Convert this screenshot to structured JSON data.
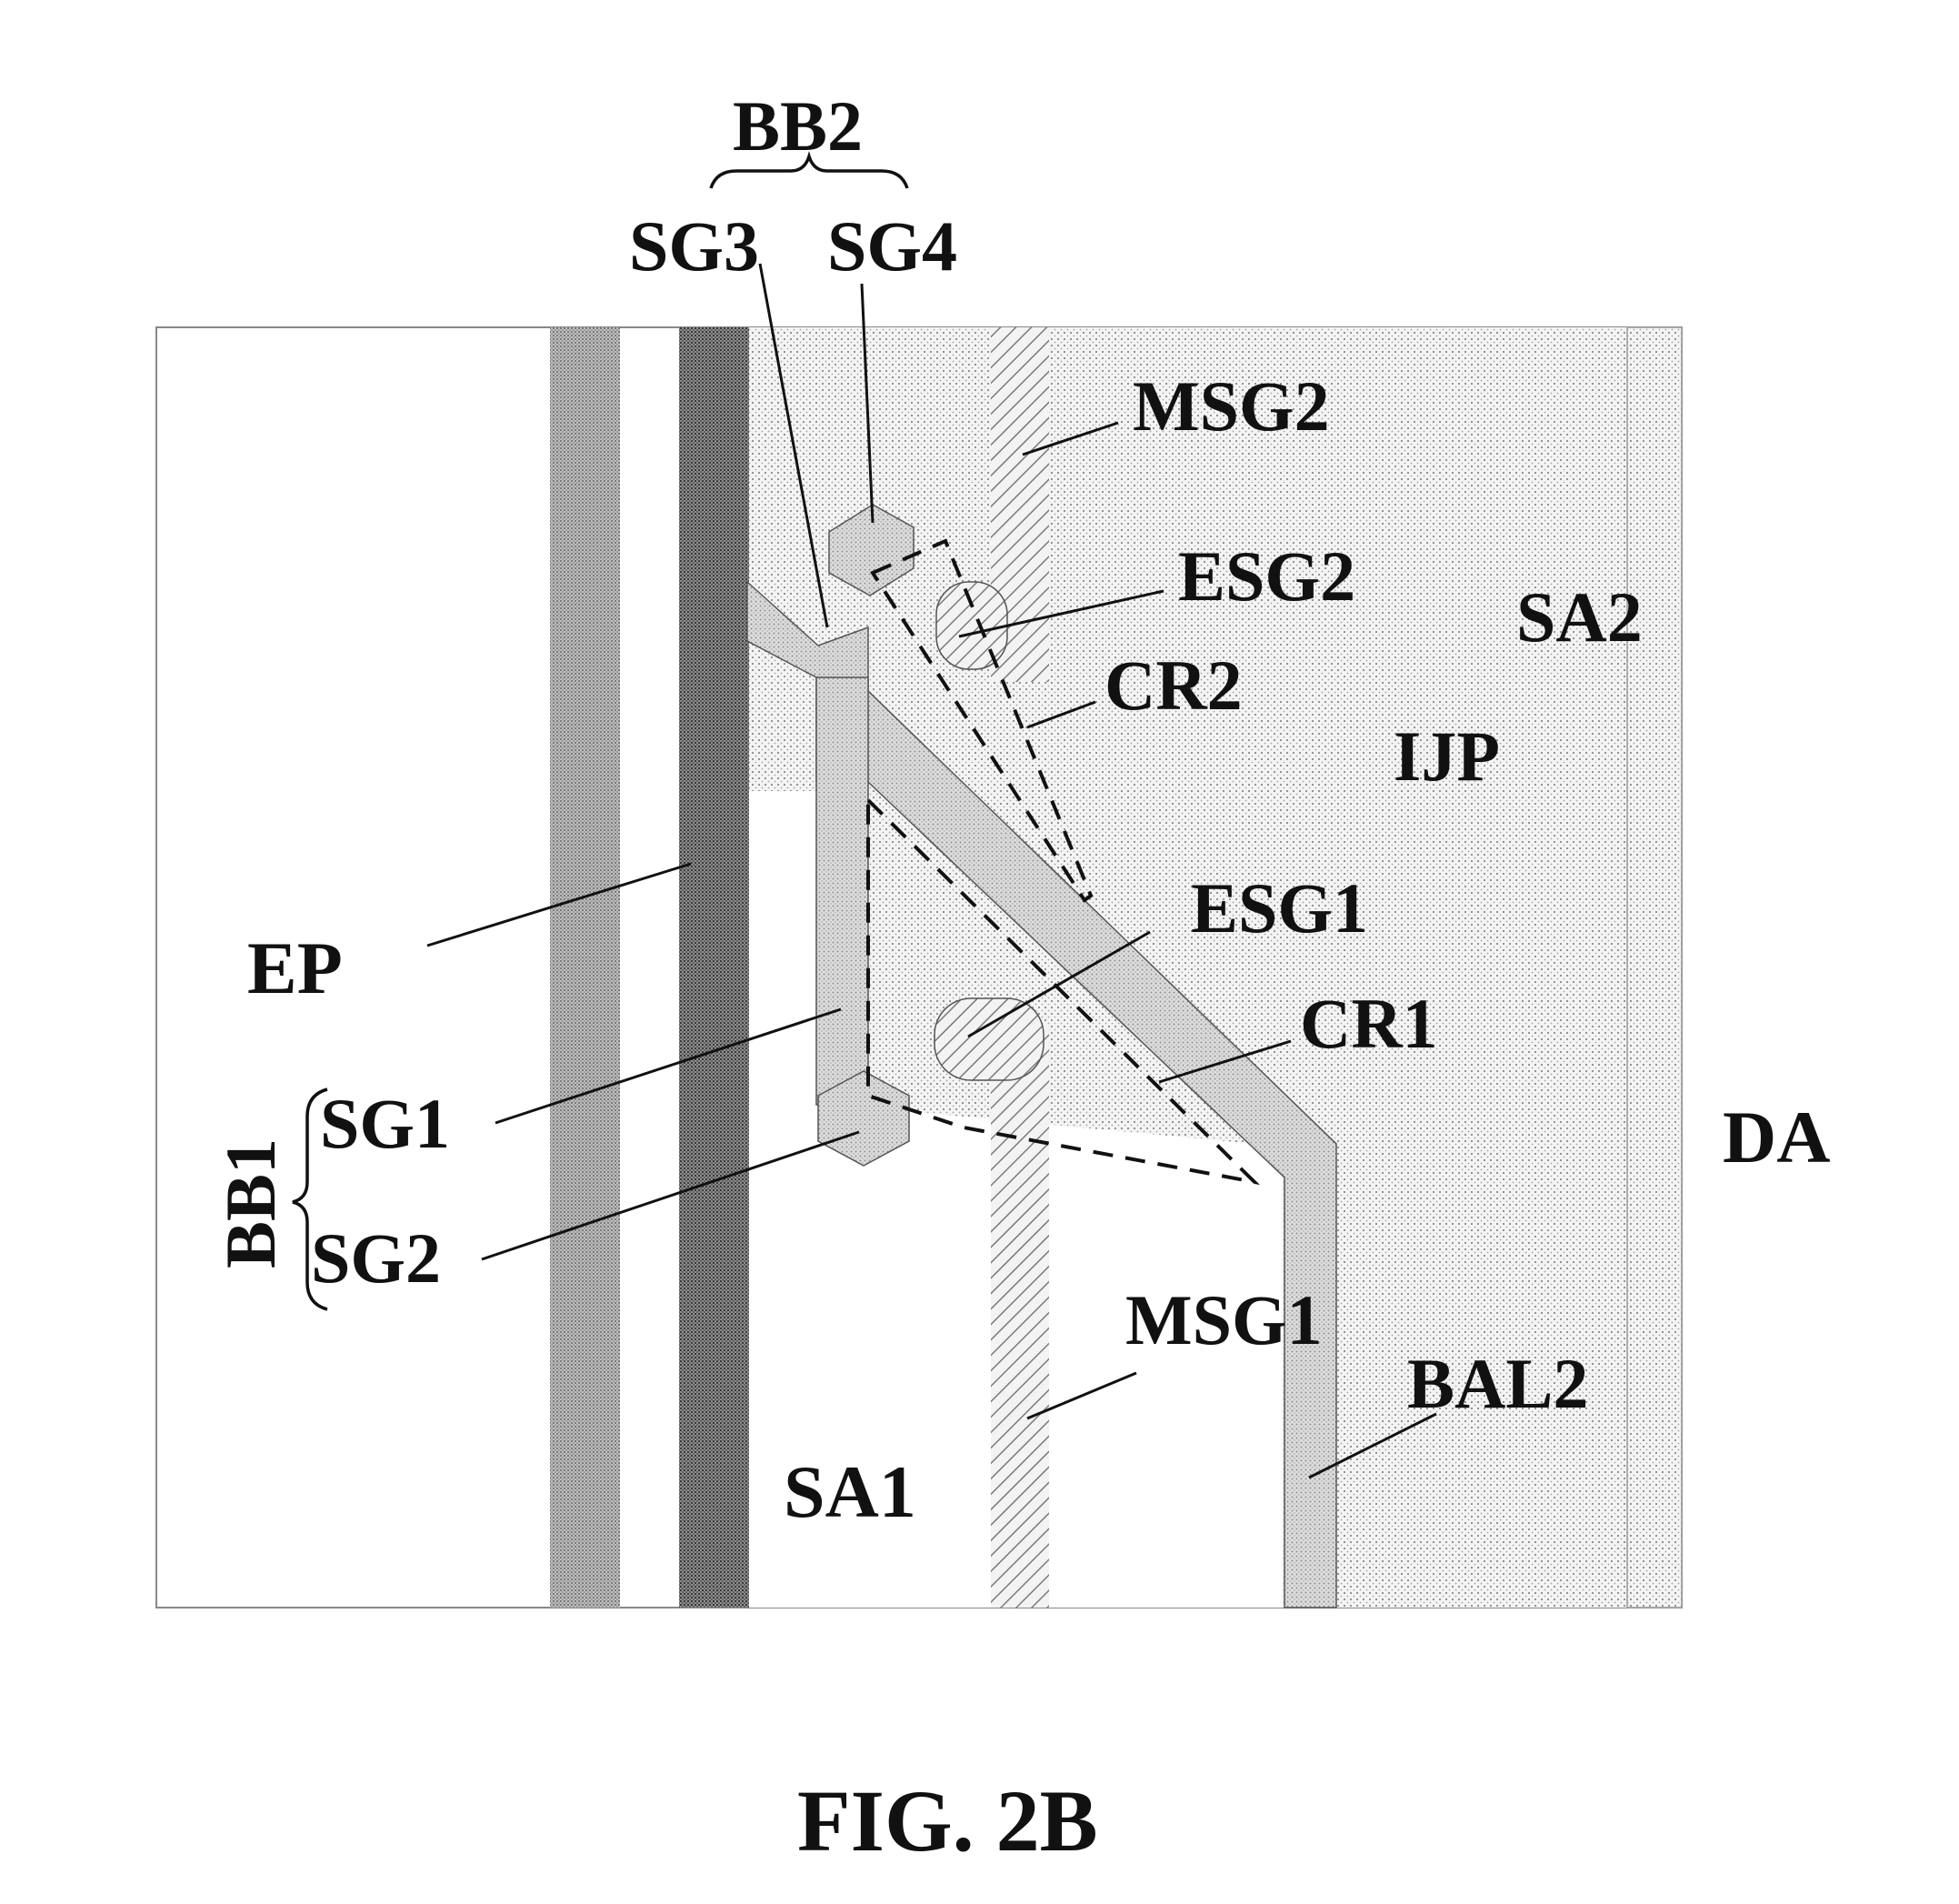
{
  "figure": {
    "caption": "FIG. 2B"
  },
  "labels": {
    "bb2": "BB2",
    "sg3": "SG3",
    "sg4": "SG4",
    "msg2": "MSG2",
    "esg2": "ESG2",
    "sa2": "SA2",
    "cr2": "CR2",
    "ijp": "IJP",
    "esg1": "ESG1",
    "ep": "EP",
    "cr1": "CR1",
    "sg1": "SG1",
    "da": "DA",
    "bb1": "BB1",
    "sg2": "SG2",
    "msg1": "MSG1",
    "bal2": "BAL2",
    "sa1": "SA1"
  },
  "colors": {
    "ink": "#111111",
    "dotted_fill": "#e6e6e6",
    "dense_band": "#9a9a9a",
    "dark_band": "#6f6f6f",
    "gate_fill": "#d3d3d3"
  }
}
